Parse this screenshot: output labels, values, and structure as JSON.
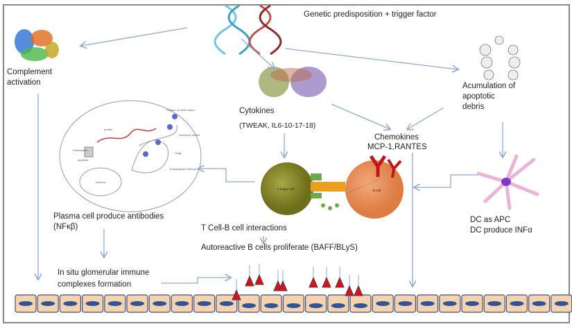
{
  "labels": {
    "trigger": "Genetic predisposition + trigger factor",
    "complement_1": "Complement",
    "complement_2": "activation",
    "cytokines": "Cytokines",
    "cytokines_list": "(TWEAK, IL6-10-17-18)",
    "apoptotic_1": "Acumulation of",
    "apoptotic_2": "apoptotic",
    "apoptotic_3": "debris",
    "chemokines_1": "Chemokines",
    "chemokines_2": "MCP-1,RANTES",
    "plasma_1": "Plasma cell produce antibodies",
    "plasma_2": "(NFκβ)",
    "tb_interactions": "T Cell-B cell interactions",
    "autoreactive": "Autoreactive B cells  proliferate (BAFF/BLyS)",
    "dc_1": "DC  as APC",
    "dc_2": "DC produce INFα",
    "insitu_1": "In situ glomerular  immune",
    "insitu_2": "complexes formation"
  },
  "cell_labels": {
    "t_cell": "T helper cell",
    "b_cell": "B cell",
    "nucleus": "Nucleus",
    "golgi": "Golgi",
    "proteasome": "Proteasome",
    "peptides": "peptides",
    "protein": "protein",
    "er": "Endoplasmic Reticulum",
    "secretory": "Secretory vesicle",
    "mhc": "Peptide on MHC class I"
  },
  "colors": {
    "arrow": "#8fa9d4",
    "t_cell": "#8a8a2a",
    "b_cell": "#e98f5a",
    "tubule_cell": "#f7d2ae",
    "nucleus": "#2f5597",
    "immune_complex": "#e01010",
    "dc": "#e9b4d8"
  }
}
